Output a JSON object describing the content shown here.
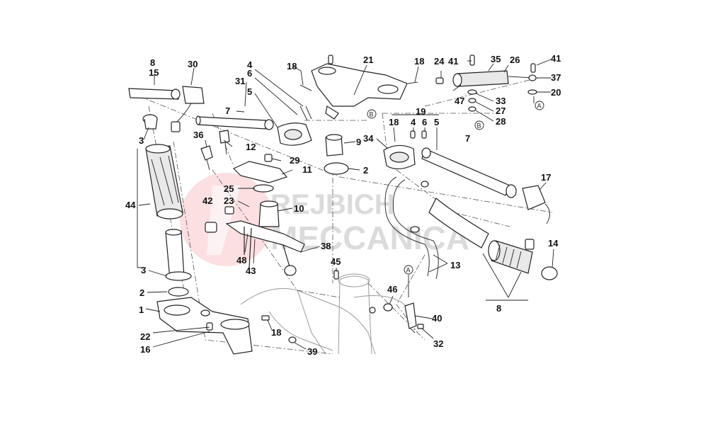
{
  "watermark": {
    "line1": "REJBICH",
    "line2": "MECCANICA",
    "color": "#e51d2a"
  },
  "refs": {
    "a": "A",
    "b": "B"
  },
  "labels": {
    "l8a": "8",
    "l15": "15",
    "l30": "30",
    "l4a": "4",
    "l6a": "6",
    "l31": "31",
    "l5a": "5",
    "l7a": "7",
    "l3a": "3",
    "l36": "36",
    "l12": "12",
    "l29": "29",
    "l11": "11",
    "l25": "25",
    "l23": "23",
    "l42": "42",
    "l10": "10",
    "l44": "44",
    "l48": "48",
    "l43": "43",
    "l38": "38",
    "l3b": "3",
    "l2a": "2",
    "l1": "1",
    "l22": "22",
    "l16": "16",
    "l18a": "18",
    "l39": "39",
    "l18b": "18",
    "l21": "21",
    "l18c": "18",
    "l9": "9",
    "l34": "34",
    "l2b": "2",
    "l19": "19",
    "l18d": "18",
    "l4b": "4",
    "l6b": "6",
    "l5b": "5",
    "l7b": "7",
    "l24": "24",
    "l41a": "41",
    "l35": "35",
    "l26": "26",
    "l41b": "41",
    "l37": "37",
    "l20": "20",
    "l47": "47",
    "l33": "33",
    "l27": "27",
    "l28": "28",
    "l17": "17",
    "l14": "14",
    "l13": "13",
    "l8b": "8",
    "l45": "45",
    "l46": "46",
    "l40": "40",
    "l32": "32"
  }
}
